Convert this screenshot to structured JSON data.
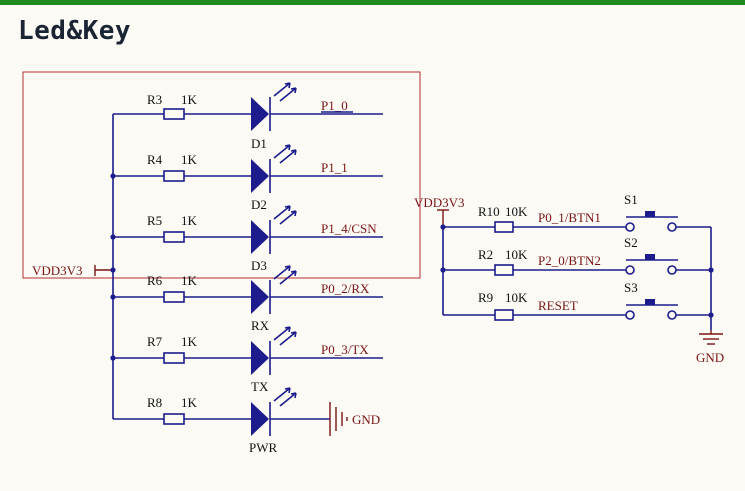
{
  "title": "Led&Key",
  "colors": {
    "wire": "#1c1c8c",
    "net_label": "#7a1414",
    "highlight_box": "#b03030",
    "top_bar": "#1f8a1f"
  },
  "left_section": {
    "supply_label": "VDD3V3",
    "rows": [
      {
        "resistor": "R3",
        "value": "1K",
        "led": "D1",
        "net": "P1_0"
      },
      {
        "resistor": "R4",
        "value": "1K",
        "led": "D2",
        "net": "P1_1"
      },
      {
        "resistor": "R5",
        "value": "1K",
        "led": "D3",
        "net": "P1_4/CSN"
      },
      {
        "resistor": "R6",
        "value": "1K",
        "led": "RX",
        "net": "P0_2/RX"
      },
      {
        "resistor": "R7",
        "value": "1K",
        "led": "TX",
        "net": "P0_3/TX"
      },
      {
        "resistor": "R8",
        "value": "1K",
        "led": "PWR",
        "net": "GND"
      }
    ]
  },
  "right_section": {
    "supply_label": "VDD3V3",
    "ground_label": "GND",
    "rows": [
      {
        "resistor": "R10",
        "value": "10K",
        "net": "P0_1/BTN1",
        "switch": "S1"
      },
      {
        "resistor": "R2",
        "value": "10K",
        "net": "P2_0/BTN2",
        "switch": "S2"
      },
      {
        "resistor": "R9",
        "value": "10K",
        "net": "RESET",
        "switch": "S3"
      }
    ]
  }
}
